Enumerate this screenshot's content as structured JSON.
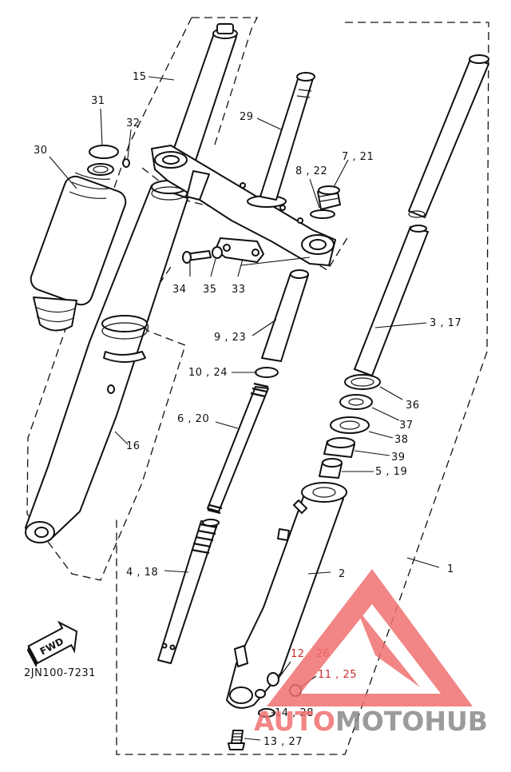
{
  "diagram": {
    "part_labels": [
      {
        "id": "l1",
        "text": "1"
      },
      {
        "id": "l2",
        "text": "2"
      },
      {
        "id": "l3",
        "text": "3 , 17"
      },
      {
        "id": "l4",
        "text": "4 , 18"
      },
      {
        "id": "l5",
        "text": "5 , 19"
      },
      {
        "id": "l6",
        "text": "6 , 20"
      },
      {
        "id": "l7",
        "text": "7 , 21"
      },
      {
        "id": "l8",
        "text": "8 , 22"
      },
      {
        "id": "l9",
        "text": "9 , 23"
      },
      {
        "id": "l10",
        "text": "10 , 24"
      },
      {
        "id": "l11",
        "text": "11 , 25"
      },
      {
        "id": "l12",
        "text": "12 , 26"
      },
      {
        "id": "l13",
        "text": "13 , 27"
      },
      {
        "id": "l14",
        "text": "14 , 28"
      },
      {
        "id": "l15",
        "text": "15"
      },
      {
        "id": "l16",
        "text": "16"
      },
      {
        "id": "l29",
        "text": "29"
      },
      {
        "id": "l30",
        "text": "30"
      },
      {
        "id": "l31",
        "text": "31"
      },
      {
        "id": "l32",
        "text": "32"
      },
      {
        "id": "l33",
        "text": "33"
      },
      {
        "id": "l34",
        "text": "34"
      },
      {
        "id": "l35",
        "text": "35"
      },
      {
        "id": "l36",
        "text": "36"
      },
      {
        "id": "l37",
        "text": "37"
      },
      {
        "id": "l38",
        "text": "38"
      },
      {
        "id": "l39",
        "text": "39"
      }
    ],
    "fwd_mark": "FWD",
    "catalog_code": "2JN100-7231"
  },
  "watermark": {
    "part1": "AUTO",
    "part2": "MOTO",
    "part3": "HUB",
    "colors": {
      "red": "#f07070",
      "gray": "#8a8a8a"
    }
  }
}
